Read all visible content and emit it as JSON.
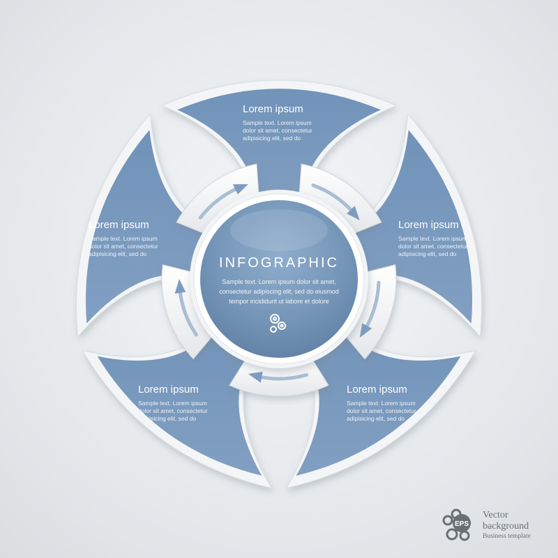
{
  "infographic": {
    "title": "INFOGRAPHIC",
    "body_lines": [
      "Sample text. Lorem ipsum dolor sit amet,",
      "consectetur adipiscing elit, sed do eiusmod",
      "tempor incididunt ut labore et dolore"
    ],
    "gear_icon": "gears-icon"
  },
  "petals": [
    {
      "id": "top",
      "title": "Lorem ipsum",
      "lines": [
        "Sample text. Lorem ipsum",
        "dolor sit amet, consectetur",
        "adipisicing elit, sed do"
      ]
    },
    {
      "id": "right",
      "title": "Lorem ipsum",
      "lines": [
        "Sample text. Lorem ipsum",
        "dolor sit amet, consectetur",
        "adipisicing elit, sed do"
      ]
    },
    {
      "id": "bottom-right",
      "title": "Lorem ipsum",
      "lines": [
        "Sample text. Lorem ipsum",
        "dolor sit amet, consectetur",
        "adipisicing elit, sed do"
      ]
    },
    {
      "id": "bottom-left",
      "title": "Lorem ipsum",
      "lines": [
        "Sample text. Lorem ipsum",
        "dolor sit amet, consectetur",
        "adipisicing elit, sed do"
      ]
    },
    {
      "id": "left",
      "title": "Lorem ipsum",
      "lines": [
        "Sample text. Lorem ipsum",
        "dolor sit amet, consectetur",
        "adipisicing elit, sed do"
      ]
    }
  ],
  "brand": {
    "logo_text": "EPS",
    "line1": "Vector",
    "line2": "background",
    "line3": "Business template"
  },
  "colors": {
    "petal_fill": "#7b9cc0",
    "frame": "#f4f5f6",
    "center_fill": "#6f8fb3",
    "arrow": "#a9bdd3"
  }
}
